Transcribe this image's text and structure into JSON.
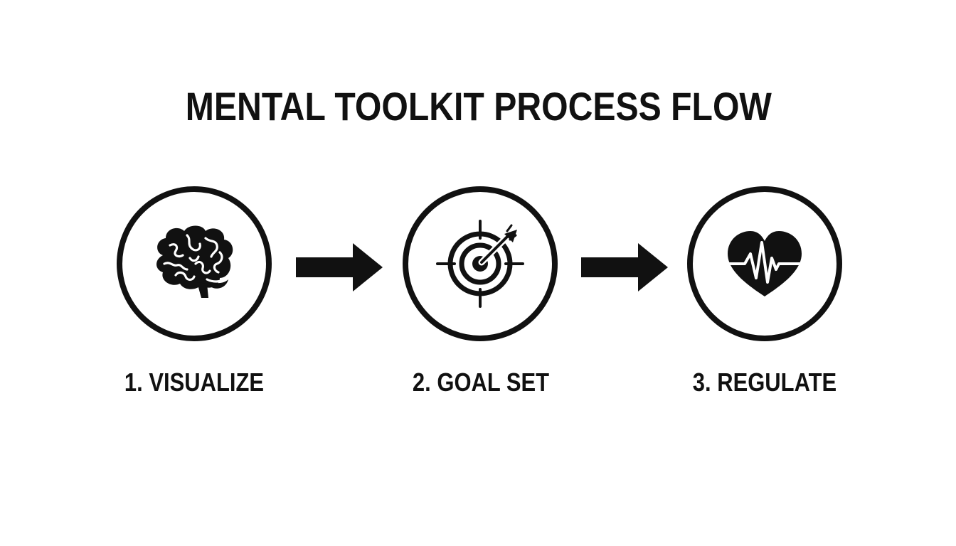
{
  "title": "MENTAL TOOLKIT PROCESS FLOW",
  "colors": {
    "ink": "#111111",
    "background": "#ffffff"
  },
  "steps": [
    {
      "label": "1. VISUALIZE",
      "icon": "brain-icon"
    },
    {
      "label": "2. GOAL SET",
      "icon": "target-icon"
    },
    {
      "label": "3. REGULATE",
      "icon": "heart-rate-icon"
    }
  ],
  "connectors": [
    "arrow-right-icon",
    "arrow-right-icon"
  ]
}
